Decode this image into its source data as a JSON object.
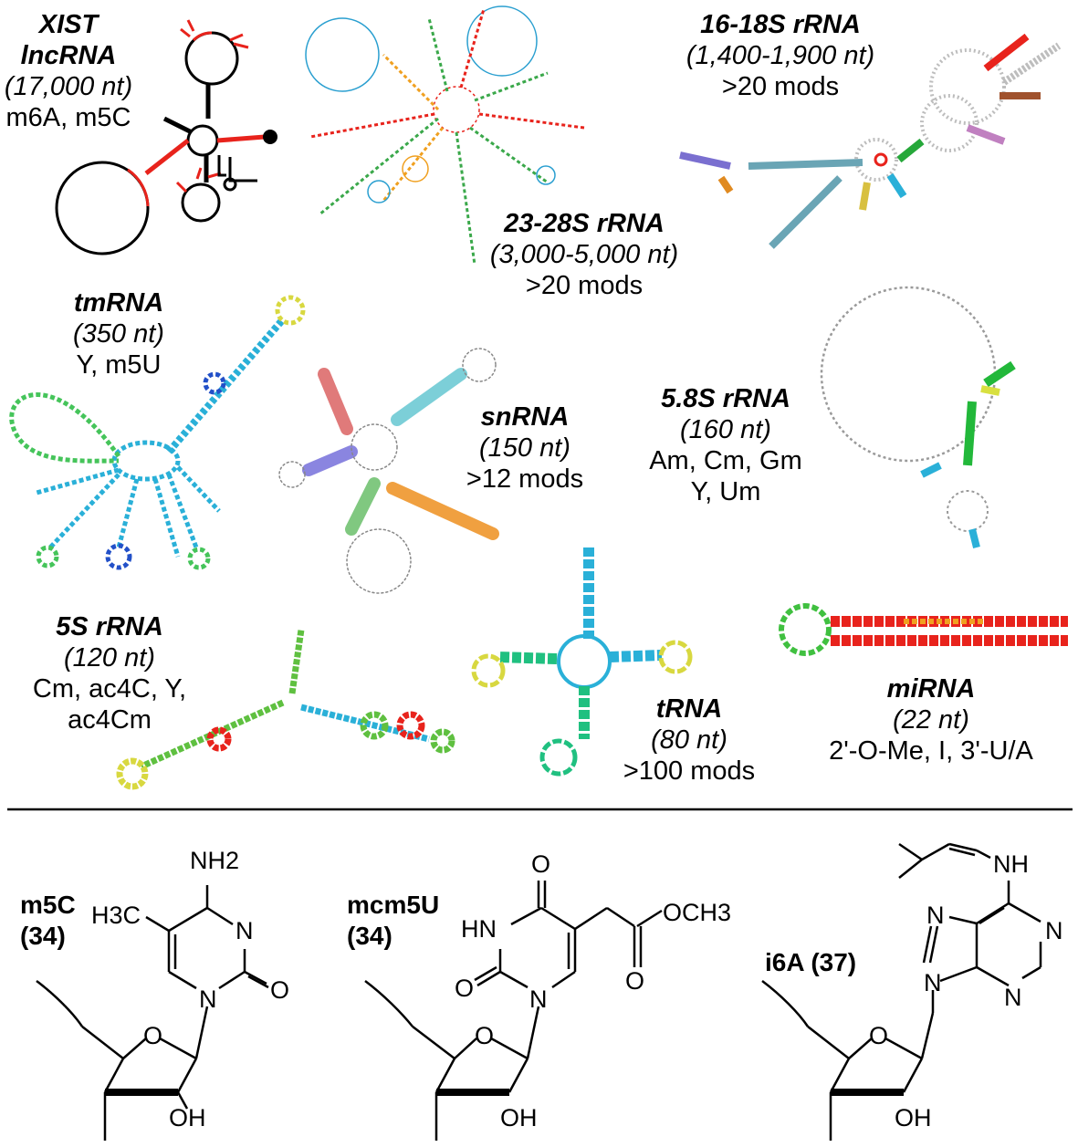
{
  "rnas": [
    {
      "id": "xist",
      "name": "XIST lncRNA",
      "name_lines": [
        "XIST",
        "lncRNA"
      ],
      "length": "(17,000 nt)",
      "mods": [
        "m6A, m5C"
      ],
      "palette": [
        "#000000",
        "#e8231c"
      ]
    },
    {
      "id": "rrna23",
      "name": "23-28S rRNA",
      "name_lines": [
        "23-28S rRNA"
      ],
      "length": "(3,000-5,000 nt)",
      "mods": [
        ">20 mods"
      ],
      "palette": [
        "#e8231c",
        "#f0a020",
        "#3aa84a",
        "#2a9fd0"
      ]
    },
    {
      "id": "rrna16",
      "name": "16-18S rRNA",
      "name_lines": [
        "16-18S rRNA"
      ],
      "length": "(1,400-1,900 nt)",
      "mods": [
        ">20 mods"
      ],
      "palette": [
        "#bdbdbd",
        "#e8231c",
        "#26a83a",
        "#6aa5b5",
        "#7a6fd0"
      ]
    },
    {
      "id": "tmrna",
      "name": "tmRNA",
      "name_lines": [
        "tmRNA"
      ],
      "length": "(350 nt)",
      "mods": [
        "Y, m5U"
      ],
      "palette": [
        "#2ab0d8",
        "#45c45a",
        "#d8d840",
        "#2250c8"
      ]
    },
    {
      "id": "snrna",
      "name": "snRNA",
      "name_lines": [
        "snRNA"
      ],
      "length": "(150 nt)",
      "mods": [
        ">12 mods"
      ],
      "palette": [
        "#e07a7a",
        "#7ccfd8",
        "#8a85e0",
        "#80c880",
        "#f0a040"
      ]
    },
    {
      "id": "rrna58",
      "name": "5.8S rRNA",
      "name_lines": [
        "5.8S rRNA"
      ],
      "length": "(160 nt)",
      "mods": [
        "Am, Cm, Gm",
        "Y, Um"
      ],
      "palette": [
        "#9a9a9a",
        "#22b83a",
        "#d8e040",
        "#2ab0d8"
      ]
    },
    {
      "id": "rrna5s",
      "name": "5S rRNA",
      "name_lines": [
        "5S rRNA"
      ],
      "length": "(120 nt)",
      "mods": [
        "Cm, ac4C, Y,",
        "ac4Cm"
      ],
      "palette": [
        "#5fc040",
        "#2ab0d8",
        "#d8d840",
        "#e8231c"
      ]
    },
    {
      "id": "trna",
      "name": "tRNA",
      "name_lines": [
        "tRNA"
      ],
      "length": "(80 nt)",
      "mods": [
        ">100 mods"
      ],
      "palette": [
        "#2ab0d8",
        "#20c080",
        "#d8d840",
        "#1d5ab8"
      ]
    },
    {
      "id": "mirna",
      "name": "miRNA",
      "name_lines": [
        "miRNA"
      ],
      "length": "(22 nt)",
      "mods": [
        "2'-O-Me, I, 3'-U/A"
      ],
      "palette": [
        "#e8231c",
        "#40c040",
        "#2ab0d8",
        "#f0a020"
      ]
    }
  ],
  "compounds": [
    {
      "label": "m5C",
      "position": "(34)",
      "atoms": {
        "n1": "N",
        "n3": "N",
        "o2": "O",
        "nh2": "NH2",
        "methyl": "H3C",
        "ring_o": "O",
        "oh": "OH"
      }
    },
    {
      "label": "mcm5U",
      "position": "(34)",
      "atoms": {
        "n1": "N",
        "hn": "HN",
        "o2": "O",
        "o4": "O",
        "ester_o": "O",
        "och3": "OCH3",
        "ring_o": "O",
        "oh": "OH"
      }
    },
    {
      "label": "i6A",
      "position": "(37)",
      "atoms": {
        "n9": "N",
        "n7": "N",
        "n1": "N",
        "n3": "N",
        "nh": "NH",
        "ring_o": "O",
        "oh": "OH"
      }
    }
  ],
  "divider_color": "#000000"
}
